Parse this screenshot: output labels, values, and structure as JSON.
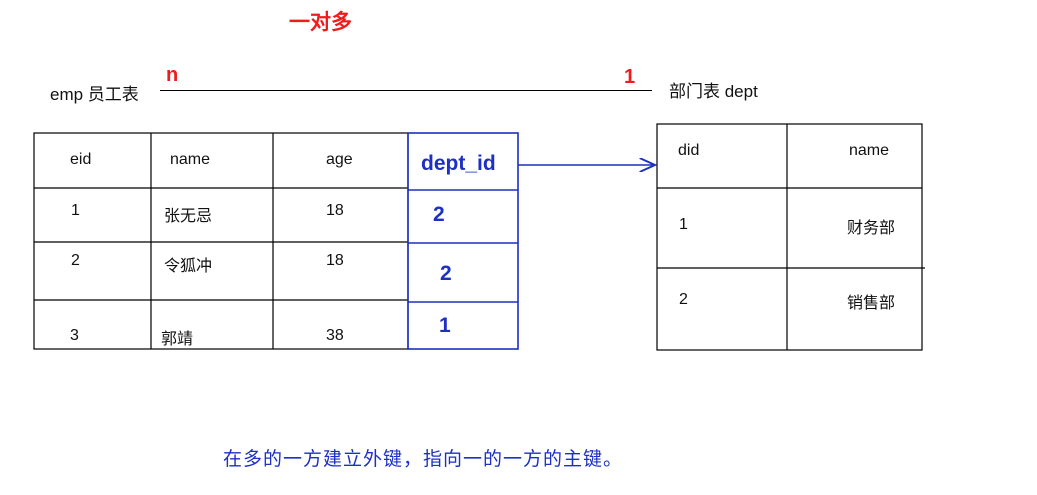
{
  "title": "一对多",
  "relation": {
    "many_label": "n",
    "one_label": "1"
  },
  "emp": {
    "label": "emp 员工表",
    "columns": [
      "eid",
      "name",
      "age",
      "dept_id"
    ],
    "rows": [
      [
        "1",
        "张无忌",
        "18",
        "2"
      ],
      [
        "2",
        "令狐冲",
        "18",
        "2"
      ],
      [
        "3",
        "郭靖",
        "38",
        "1"
      ]
    ]
  },
  "dept": {
    "label": "部门表 dept",
    "columns": [
      "did",
      "name"
    ],
    "rows": [
      [
        "1",
        "财务部"
      ],
      [
        "2",
        "销售部"
      ]
    ]
  },
  "note": "在多的一方建立外键，指向一的一方的主键。",
  "colors": {
    "accent_red": "#ee1c1c",
    "accent_blue": "#1d2fc4"
  }
}
